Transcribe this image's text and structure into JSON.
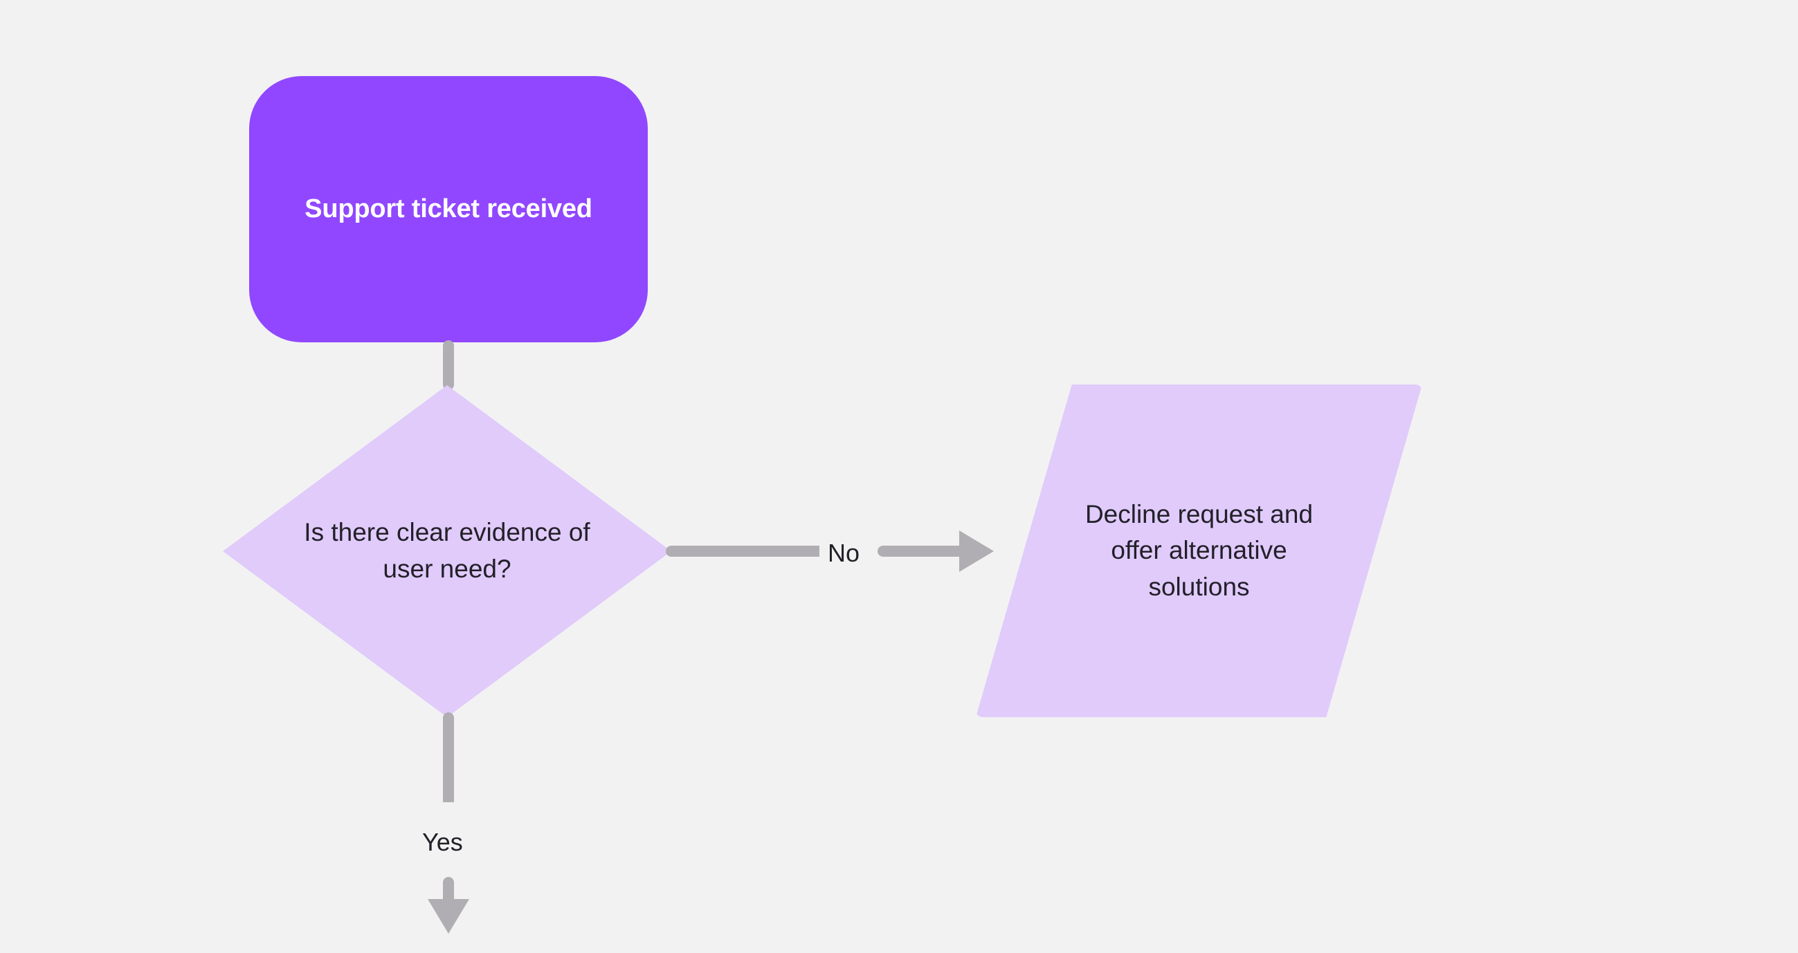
{
  "diagram": {
    "type": "flowchart",
    "background_color": "#f2f2f2",
    "nodes": [
      {
        "id": "start",
        "shape": "rounded-rectangle",
        "role": "terminator",
        "label": "Support ticket received",
        "fill_color": "#9147ff",
        "text_color": "#ffffff"
      },
      {
        "id": "decision",
        "shape": "diamond",
        "role": "decision",
        "label": "Is there clear evidence of user need?",
        "fill_color": "#e0cbfb",
        "text_color": "#232029"
      },
      {
        "id": "decline",
        "shape": "parallelogram",
        "role": "input-output",
        "label": "Decline request and offer alternative solutions",
        "fill_color": "#e0cbfb",
        "text_color": "#232029"
      }
    ],
    "edges": [
      {
        "id": "start-to-decision",
        "from": "start",
        "to": "decision",
        "label": "",
        "direction": "down",
        "color": "#b0aeb3",
        "arrowhead": false
      },
      {
        "id": "decision-to-decline",
        "from": "decision",
        "to": "decline",
        "label": "No",
        "direction": "right",
        "color": "#b0aeb3",
        "arrowhead": true
      },
      {
        "id": "decision-to-next",
        "from": "decision",
        "to": "",
        "label": "Yes",
        "direction": "down",
        "color": "#b0aeb3",
        "arrowhead": true
      }
    ]
  }
}
